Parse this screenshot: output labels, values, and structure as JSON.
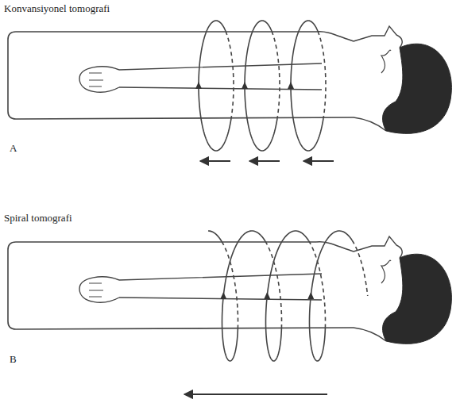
{
  "diagram": {
    "labels": [
      "Konvansiyonel tomografi",
      "A",
      "Spiral tomografi",
      "B"
    ]
  }
}
